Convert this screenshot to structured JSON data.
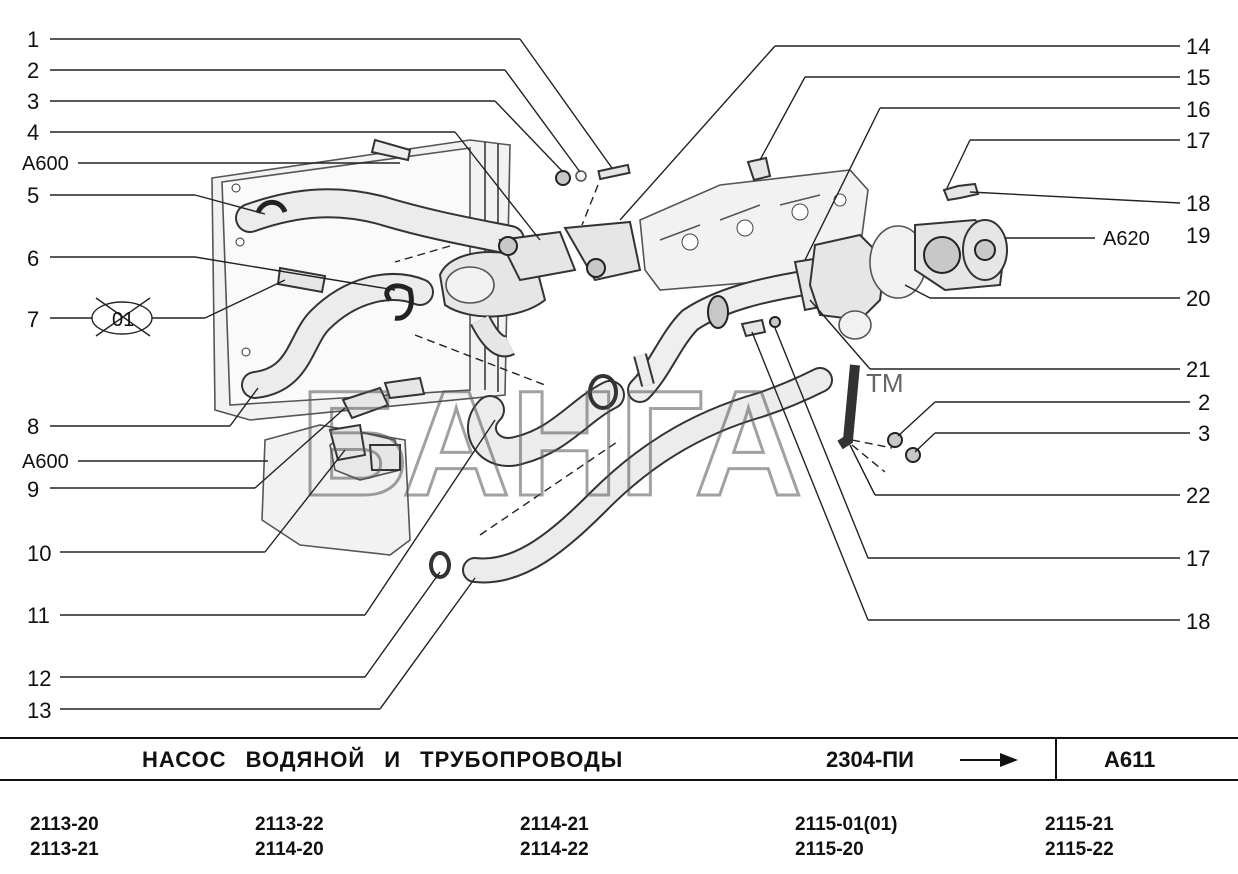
{
  "callouts_left": [
    "1",
    "2",
    "3",
    "4",
    "A600",
    "5",
    "6",
    "7",
    "01",
    "8",
    "A600",
    "9",
    "10",
    "11",
    "12",
    "13"
  ],
  "callouts_right": [
    "14",
    "15",
    "16",
    "17",
    "18",
    "A620",
    "19",
    "20",
    "21",
    "2",
    "3",
    "22",
    "17",
    "18"
  ],
  "watermark": "БАНГА",
  "watermark_tm": "TM",
  "title": "НАСОС ВОДЯНОЙ И ТРУБОПРОВОДЫ",
  "code": "2304-ПИ",
  "ref": "A611",
  "models": [
    [
      "2113-20",
      "2113-21"
    ],
    [
      "2113-22",
      "2114-20"
    ],
    [
      "2114-21",
      "2114-22"
    ],
    [
      "2115-01(01)",
      "2115-20"
    ],
    [
      "2115-21",
      "2115-22"
    ]
  ]
}
